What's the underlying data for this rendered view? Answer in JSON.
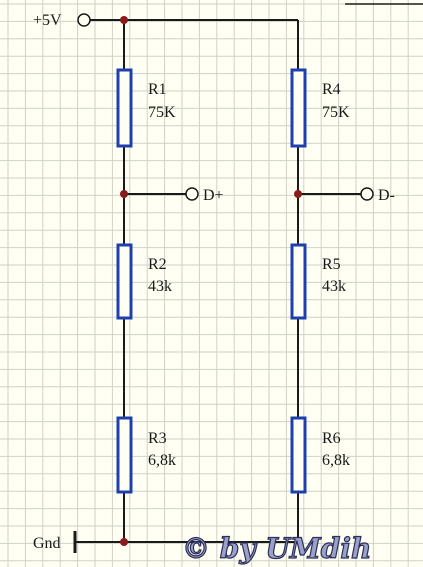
{
  "terminals": {
    "supply": "+5V",
    "ground": "Gnd",
    "out_plus": "D+",
    "out_minus": "D-"
  },
  "resistors": [
    {
      "name": "R1",
      "value": "75K"
    },
    {
      "name": "R2",
      "value": "43k"
    },
    {
      "name": "R3",
      "value": "6,8k"
    },
    {
      "name": "R4",
      "value": "75K"
    },
    {
      "name": "R5",
      "value": "43k"
    },
    {
      "name": "R6",
      "value": "6,8k"
    }
  ],
  "watermark": "© by UMdih",
  "colors": {
    "background": "#fffff4",
    "grid": "#cfd2c6",
    "wire": "#1a1a1a",
    "resistor_body": "#1f3fae",
    "junction": "#8b1a1a"
  }
}
